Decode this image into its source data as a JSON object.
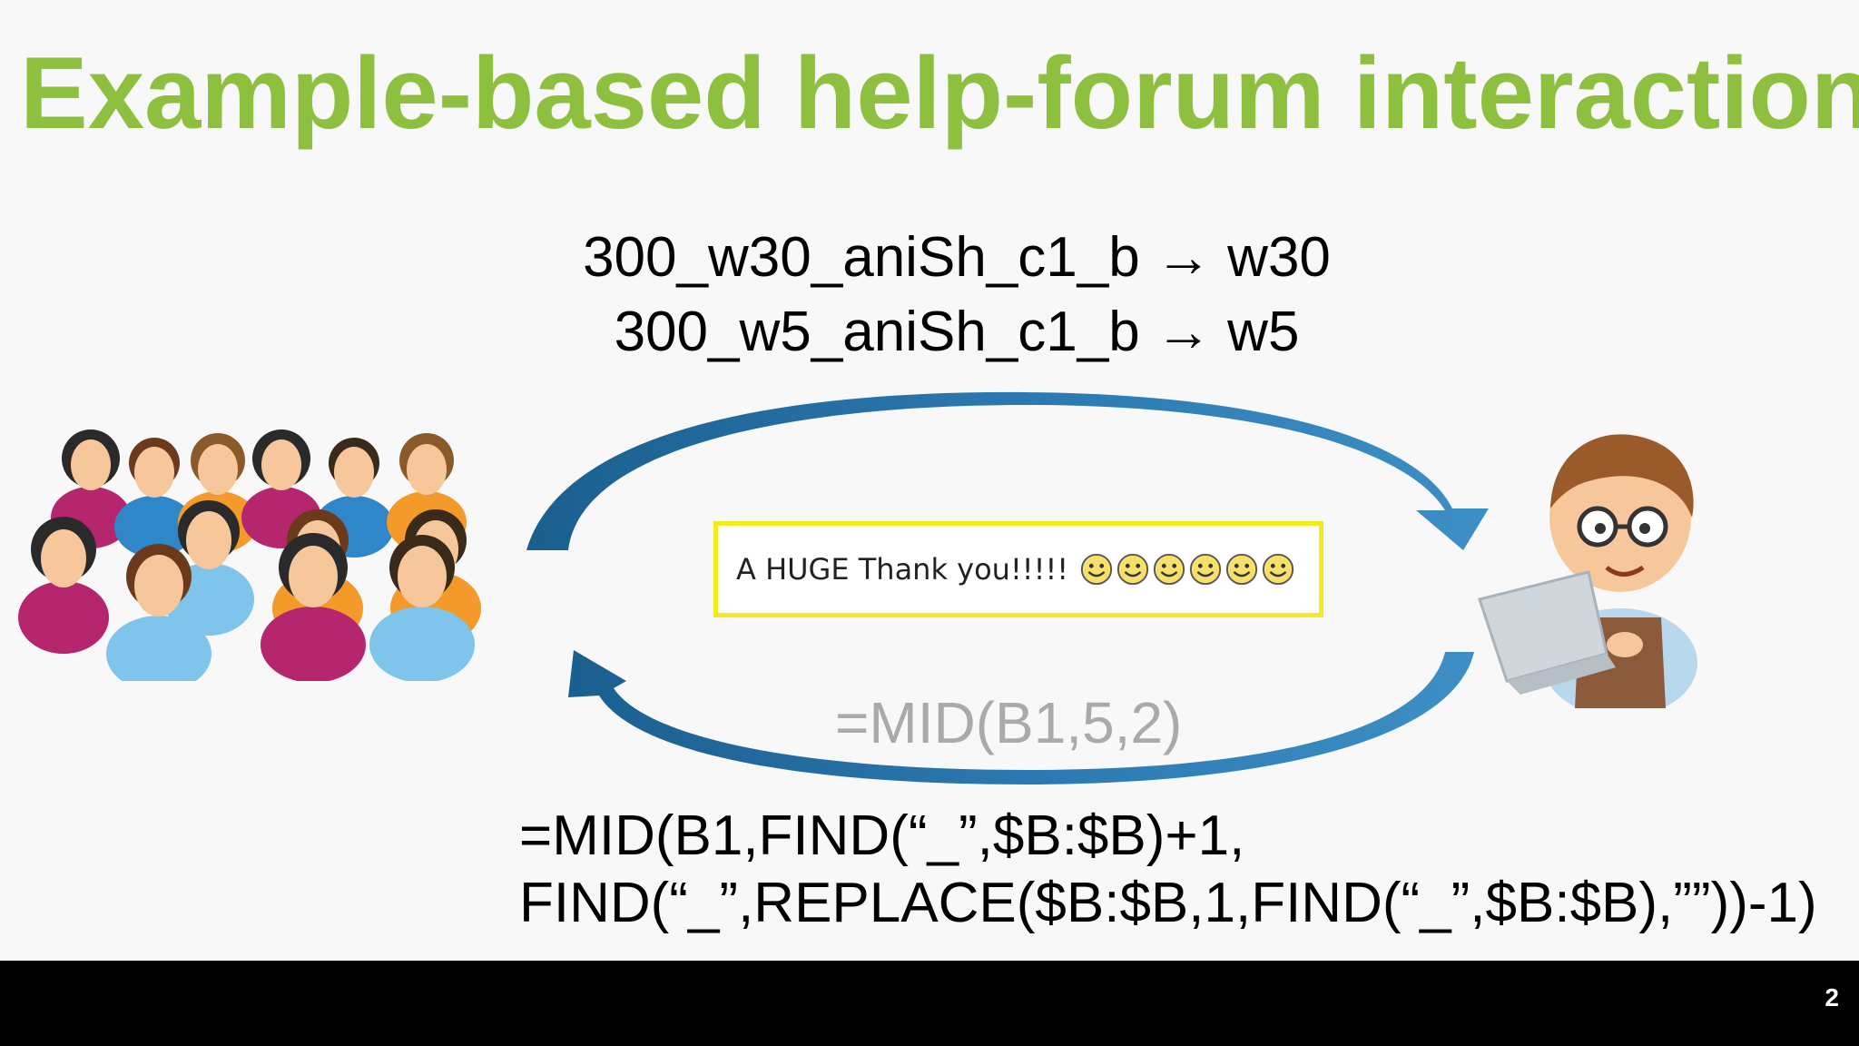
{
  "slide": {
    "title": "Example-based help-forum interaction",
    "examples": [
      "300_w30_aniSh_c1_b → w30",
      "300_w5_aniSh_c1_b → w5"
    ],
    "thanks_message": "A HUGE Thank you!!!!!",
    "formula_short": "=MID(B1,5,2)",
    "formula_long_line1": "=MID(B1,FIND(“_”,$B:$B)+1,",
    "formula_long_line2": "FIND(“_”,REPLACE($B:$B,1,FIND(“_”,$B:$B),””))-1)",
    "page_number": "2"
  },
  "colors": {
    "title": "#8dc03f",
    "arrow": "#1e6ca0",
    "highlight_border": "#f2ec1c",
    "short_formula": "#aaaaaa"
  },
  "icons": {
    "crowd": "crowd-of-people-icon",
    "user": "cartoon-user-with-laptop-icon",
    "smiley": "smiley-icon",
    "smiley_count": 6
  }
}
